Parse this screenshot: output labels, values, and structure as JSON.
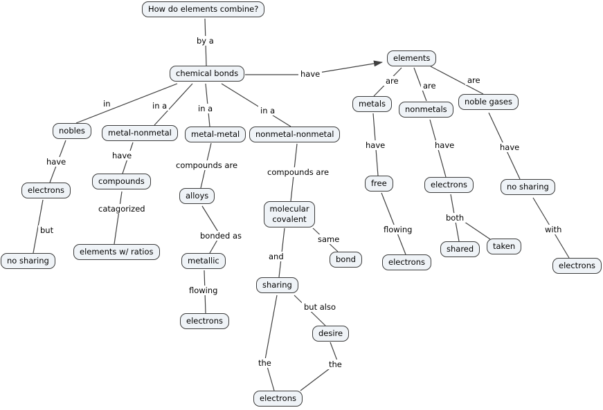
{
  "colors": {
    "node_fill": "#eff3f7",
    "node_border": "#3a3a3a",
    "line": "#3f3f3f",
    "text": "#000000",
    "bg": "#ffffff"
  },
  "nodes": {
    "question": {
      "label": "How do elements combine?"
    },
    "chemical_bonds": {
      "label": "chemical bonds"
    },
    "elements": {
      "label": "elements"
    },
    "metals": {
      "label": "metals"
    },
    "nonmetals": {
      "label": "nonmetals"
    },
    "noble_gases": {
      "label": "noble gases"
    },
    "nobles": {
      "label": "nobles"
    },
    "metal_nonmetal": {
      "label": "metal-nonmetal"
    },
    "metal_metal": {
      "label": "metal-metal"
    },
    "nonmetal_nonmetal": {
      "label": "nonmetal-nonmetal"
    },
    "electrons_nobles": {
      "label": "electrons"
    },
    "no_sharing_left": {
      "label": "no sharing"
    },
    "compounds": {
      "label": "compounds"
    },
    "elements_w_ratios": {
      "label": "elements w/ ratios"
    },
    "alloys": {
      "label": "alloys"
    },
    "metallic": {
      "label": "metallic"
    },
    "electrons_metallic": {
      "label": "electrons"
    },
    "molecular_covalent": {
      "label": "molecular covalent"
    },
    "bond": {
      "label": "bond"
    },
    "sharing": {
      "label": "sharing"
    },
    "desire": {
      "label": "desire"
    },
    "electrons_bottom": {
      "label": "electrons"
    },
    "free": {
      "label": "free"
    },
    "electrons_metals": {
      "label": "electrons"
    },
    "electrons_nonmetals": {
      "label": "electrons"
    },
    "shared": {
      "label": "shared"
    },
    "taken": {
      "label": "taken"
    },
    "no_sharing_right": {
      "label": "no sharing"
    },
    "electrons_noble": {
      "label": "electrons"
    }
  },
  "edge_labels": {
    "by_a": {
      "text": "by a"
    },
    "have_main": {
      "text": "have"
    },
    "are_metals": {
      "text": "are"
    },
    "are_nonmetals": {
      "text": "are"
    },
    "are_noble": {
      "text": "are"
    },
    "in_nobles": {
      "text": "in"
    },
    "in_a_metal_nonmetal": {
      "text": "in a"
    },
    "in_a_metal_metal": {
      "text": "in a"
    },
    "in_a_nonmetal_nonmetal": {
      "text": "in a"
    },
    "have_nobles": {
      "text": "have"
    },
    "have_metal_nonmetal": {
      "text": "have"
    },
    "compounds_are_metal_metal": {
      "text": "compounds are"
    },
    "compounds_are_nonmetal": {
      "text": "compounds are"
    },
    "but": {
      "text": "but"
    },
    "catagorized": {
      "text": "catagorized"
    },
    "bonded_as": {
      "text": "bonded as"
    },
    "flowing_metallic": {
      "text": "flowing"
    },
    "same": {
      "text": "same"
    },
    "and": {
      "text": "and"
    },
    "but_also": {
      "text": "but also"
    },
    "the_left": {
      "text": "the"
    },
    "the_right": {
      "text": "the"
    },
    "have_metals": {
      "text": "have"
    },
    "flowing_free": {
      "text": "flowing"
    },
    "have_nonmetals": {
      "text": "have"
    },
    "both": {
      "text": "both"
    },
    "have_noble": {
      "text": "have"
    },
    "with": {
      "text": "with"
    }
  }
}
